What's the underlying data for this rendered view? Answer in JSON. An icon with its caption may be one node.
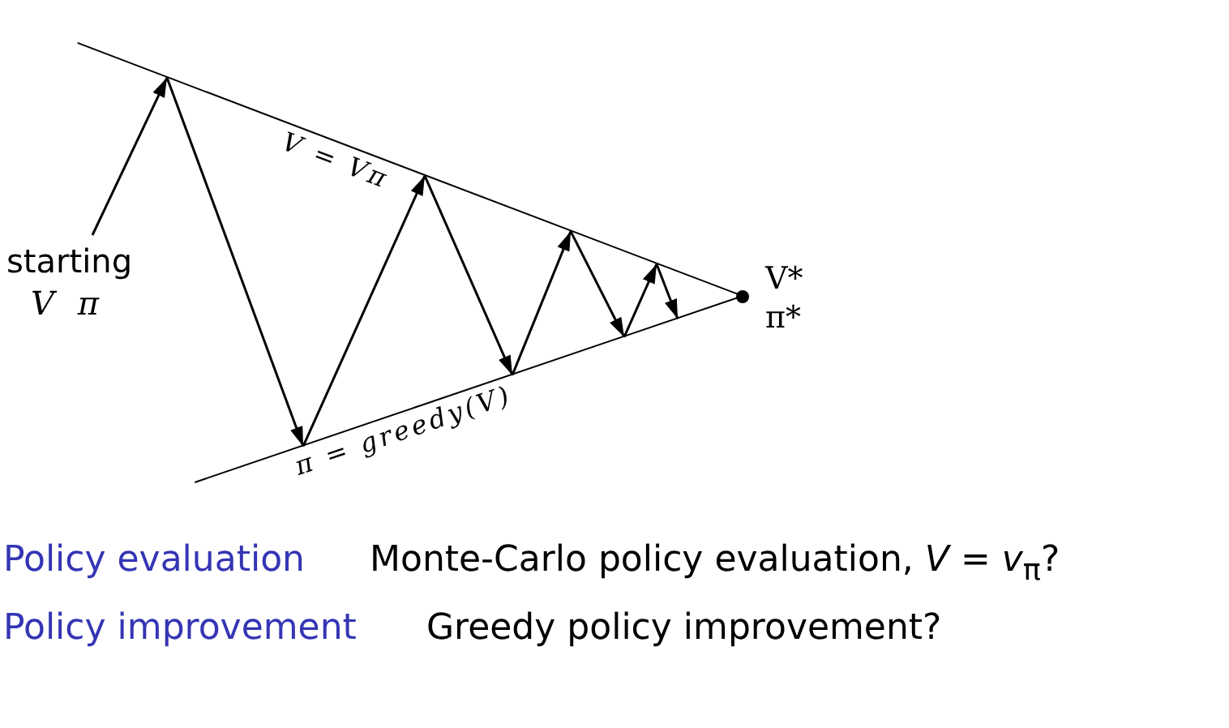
{
  "diagram": {
    "nodes": [
      {
        "text": [
          "starting",
          "V π"
        ]
      },
      {
        "text": [
          "V = Vπ"
        ]
      },
      {
        "text": [
          "π = greedy(V)"
        ]
      },
      {
        "text": [],
        "shape": "circle",
        "beside": [
          "V*",
          "π*"
        ]
      }
    ],
    "edges": [
      {
        "from": 0,
        "to": 1,
        "arrow": "to"
      },
      {
        "from": 1,
        "to": 2,
        "arrow": "to"
      },
      {
        "from": 2,
        "to": 1,
        "arrow": "to"
      },
      {
        "from": 1,
        "to": 2,
        "arrow": "to"
      },
      {
        "from": 2,
        "to": 1,
        "arrow": "to"
      },
      {
        "from": 1,
        "to": 2,
        "arrow": "to"
      },
      {
        "from": 2,
        "to": 1,
        "arrow": "to"
      },
      {
        "from": 1,
        "to": 2,
        "arrow": "to"
      }
    ],
    "labels": [
      "Policy evaluation",
      "Monte-Carlo policy evaluation, *V* = *v*$_{π}$?",
      "Policy improvement",
      "Greedy policy improvement?"
    ]
  }
}
